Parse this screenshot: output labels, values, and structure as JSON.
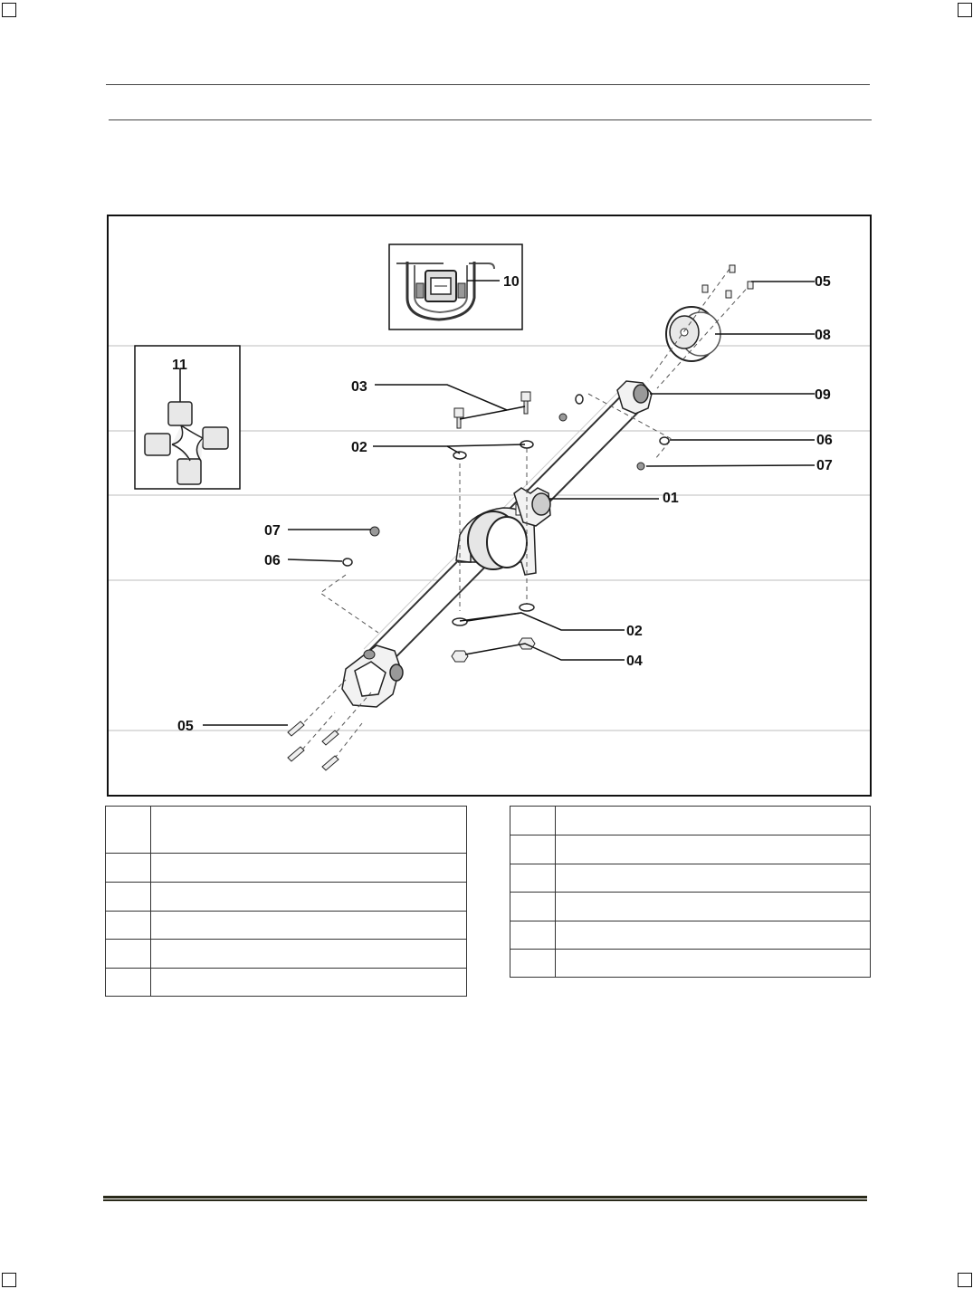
{
  "callouts": {
    "c01": "01",
    "c02a": "02",
    "c02b": "02",
    "c03": "03",
    "c04": "04",
    "c05a": "05",
    "c05b": "05",
    "c06a": "06",
    "c06b": "06",
    "c07a": "07",
    "c07b": "07",
    "c08": "08",
    "c09": "09",
    "c10": "10",
    "c11": "11"
  }
}
